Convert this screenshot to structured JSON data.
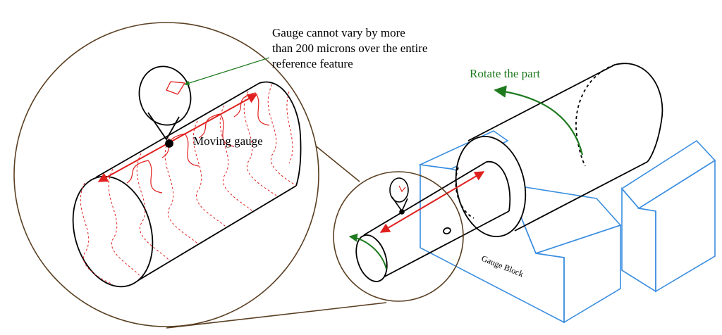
{
  "colors": {
    "outline": "#000000",
    "trace": "#e0201e",
    "rotate_arrow": "#1e7a1e",
    "block": "#3a8ee0",
    "zoom": "#5a3f22",
    "leader": "#1e7a1e"
  },
  "annotations": {
    "gauge_note_line1": "Gauge cannot vary by more",
    "gauge_note_line2": "than 200 microns over the entire",
    "gauge_note_line3": "reference feature",
    "moving_gauge": "Moving gauge",
    "rotate": "Rotate the part",
    "gauge_block": "Gauge Block"
  }
}
